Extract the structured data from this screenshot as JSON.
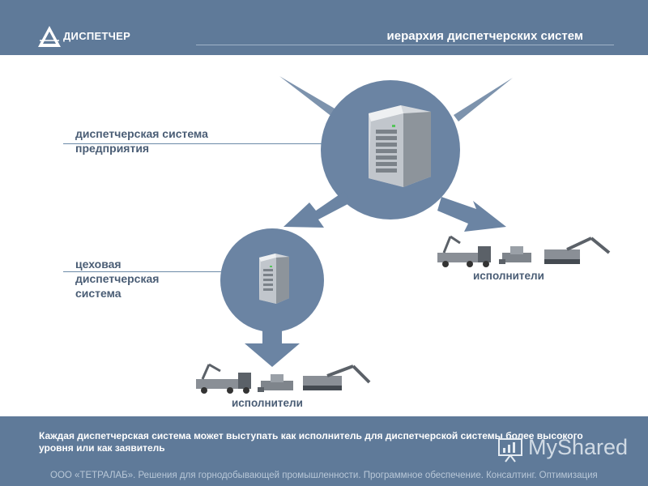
{
  "header": {
    "logo_text": "ДИСПЕТЧЕР",
    "title": "иерархия диспетчерских систем"
  },
  "diagram": {
    "enterprise_label": [
      "диспетчерская система",
      "предприятия"
    ],
    "shop_label": [
      "цеховая",
      "диспетчерская",
      "система"
    ],
    "executors_right": "исполнители",
    "executors_bottom": "исполнители"
  },
  "footer": {
    "text": "Каждая диспетчерская система может выступать как исполнитель для диспетчерской системы более высокого уровня или как заявитель",
    "copyright": "ООО «ТЕТРАЛАБ». Решения для горнодобывающей промышленности. Программное обеспечение. Консалтинг. Оптимизация",
    "watermark": "MyShared"
  },
  "colors": {
    "header_bg": "#5f7a99",
    "circle": "#6b84a3",
    "text": "#4a5d75"
  }
}
